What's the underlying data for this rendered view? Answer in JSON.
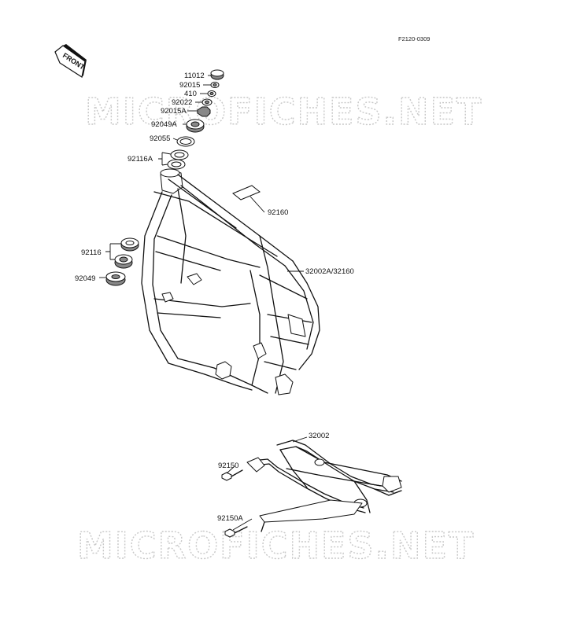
{
  "diagram_code": "F2120-0309",
  "front_arrow_text": "FRONT",
  "watermark_top": "MICROFICHES.NET",
  "watermark_bottom": "MICROFICHES.NET",
  "labels": {
    "p11012": "11012",
    "p92015": "92015",
    "p410": "410",
    "p92022": "92022",
    "p92015A": "92015A",
    "p92049A": "92049A",
    "p92055": "92055",
    "p92116A": "92116A",
    "p92160": "92160",
    "p92116": "92116",
    "p92049": "92049",
    "p32002A": "32002A/32160",
    "p32002": "32002",
    "p92150": "92150",
    "p92150A": "92150A"
  }
}
